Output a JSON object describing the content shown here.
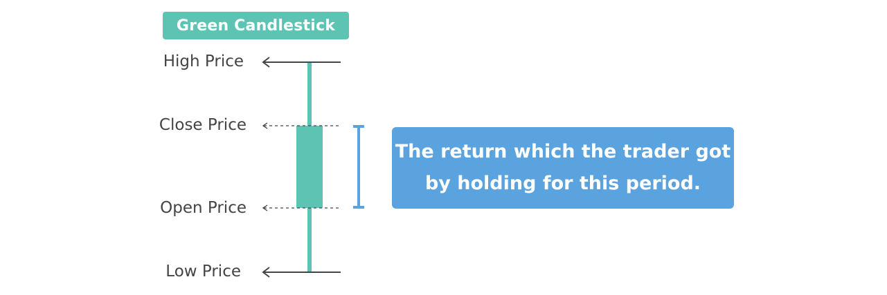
{
  "title_badge": "Green Candlestick",
  "labels": {
    "high": "High Price",
    "close": "Close Price",
    "open": "Open Price",
    "low": "Low Price"
  },
  "note": {
    "line1": "The return which the trader got",
    "line2": "by holding for this period."
  },
  "colors": {
    "candle_green": "#5dc4b4",
    "note_blue": "#5ba3df",
    "bracket_blue": "#5ba3df",
    "arrow_dark": "#444444",
    "text_dark": "#444444"
  }
}
